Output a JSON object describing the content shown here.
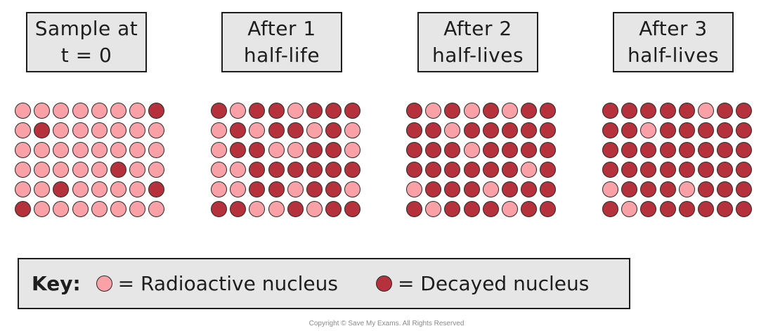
{
  "colors": {
    "radioactive": "#f9a1a7",
    "decayed": "#b5313b"
  },
  "samples": [
    {
      "label_lines": [
        "Sample at",
        "t = 0"
      ],
      "grid": [
        "00000001",
        "01000000",
        "00000000",
        "00000100",
        "00100001",
        "10000000"
      ]
    },
    {
      "label_lines": [
        "After 1",
        "half-life"
      ],
      "grid": [
        "10110111",
        "01011010",
        "01100110",
        "00111111",
        "00110110",
        "11001011"
      ]
    },
    {
      "label_lines": [
        "After 2",
        "half-lives"
      ],
      "grid": [
        "10101011",
        "11011111",
        "11101111",
        "11111101",
        "01110111",
        "10111011"
      ]
    },
    {
      "label_lines": [
        "After 3",
        "half-lives"
      ],
      "grid": [
        "11111011",
        "11011111",
        "11111111",
        "11111111",
        "01110111",
        "10111111"
      ]
    }
  ],
  "key": {
    "title": "Key:",
    "radioactive_label": "= Radioactive nucleus",
    "decayed_label": "= Decayed nucleus"
  },
  "copyright": "Copyright © Save My Exams. All Rights Reserved"
}
